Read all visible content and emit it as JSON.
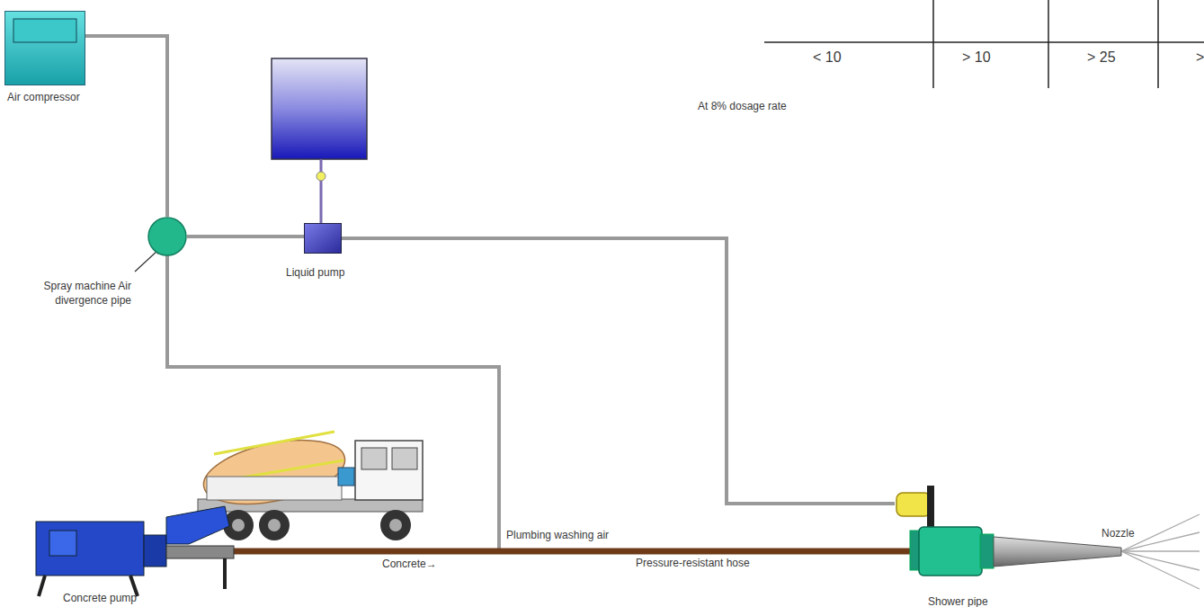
{
  "diagram": {
    "nodes": [
      {
        "text": [
          "Air compressor"
        ]
      },
      {
        "text": [
          "Spray machine Air divergence pipe"
        ]
      },
      {
        "text": [
          "Liquid pump"
        ]
      },
      {
        "text": [
          "Concrete pump"
        ]
      },
      {
        "text": [
          "Shower pipe"
        ]
      },
      {
        "text": [
          "Nozzle"
        ]
      }
    ],
    "edges": [
      {
        "from": 0,
        "to": 1,
        "arrow": "none"
      },
      {
        "from": 1,
        "to": 2,
        "arrow": "none"
      },
      {
        "from": 2,
        "to": 4,
        "arrow": "none"
      },
      {
        "from": 3,
        "to": 4,
        "label": "Pressure-resistant hose",
        "arrow": "none"
      }
    ],
    "labels": [
      "< 10",
      "> 10",
      "> 25",
      ">",
      "At 8% dosage rate",
      "Plumbing washing air",
      "Concrete→"
    ]
  }
}
